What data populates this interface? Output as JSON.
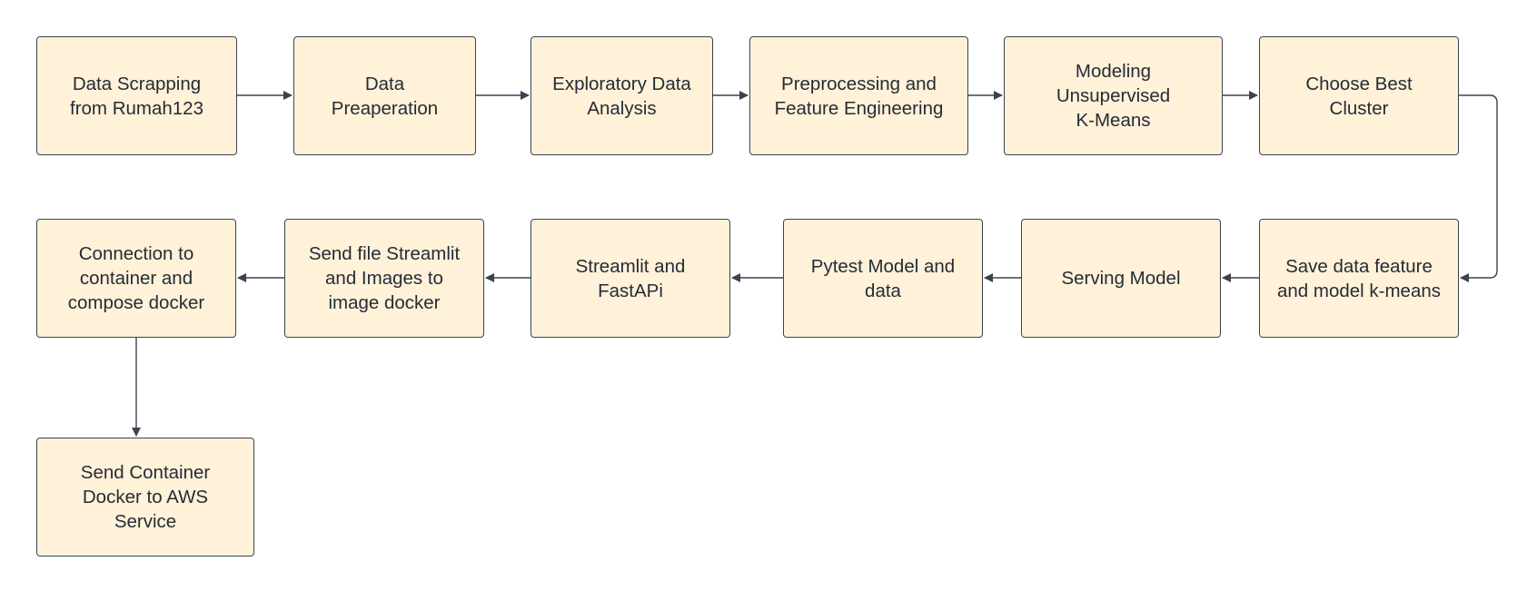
{
  "diagram": {
    "type": "flowchart",
    "colors": {
      "node_fill": "#fff2d9",
      "node_border": "#3d4250",
      "text": "#262b36",
      "arrow": "#3d4250"
    },
    "nodes": [
      {
        "id": "data-scrapping",
        "label": "Data Scrapping\nfrom Rumah123"
      },
      {
        "id": "data-preaperation",
        "label": "Data\nPreaperation"
      },
      {
        "id": "eda",
        "label": "Exploratory Data\nAnalysis"
      },
      {
        "id": "preprocessing",
        "label": "Preprocessing and\nFeature Engineering"
      },
      {
        "id": "modeling",
        "label": "Modeling\nUnsupervised\nK-Means"
      },
      {
        "id": "choose-best-cluster",
        "label": "Choose Best\nCluster"
      },
      {
        "id": "save-data-feature",
        "label": "Save data feature\nand model k-means"
      },
      {
        "id": "serving-model",
        "label": "Serving Model"
      },
      {
        "id": "pytest-model",
        "label": "Pytest Model and\ndata"
      },
      {
        "id": "streamlit-fastapi",
        "label": "Streamlit and\nFastAPi"
      },
      {
        "id": "send-file-streamlit",
        "label": "Send file Streamlit\nand Images to\nimage docker"
      },
      {
        "id": "connection-container",
        "label": "Connection to\ncontainer and\ncompose docker"
      },
      {
        "id": "send-container-aws",
        "label": "Send Container\nDocker to AWS\nService"
      }
    ],
    "edges": [
      {
        "from": "data-scrapping",
        "to": "data-preaperation"
      },
      {
        "from": "data-preaperation",
        "to": "eda"
      },
      {
        "from": "eda",
        "to": "preprocessing"
      },
      {
        "from": "preprocessing",
        "to": "modeling"
      },
      {
        "from": "modeling",
        "to": "choose-best-cluster"
      },
      {
        "from": "choose-best-cluster",
        "to": "save-data-feature"
      },
      {
        "from": "save-data-feature",
        "to": "serving-model"
      },
      {
        "from": "serving-model",
        "to": "pytest-model"
      },
      {
        "from": "pytest-model",
        "to": "streamlit-fastapi"
      },
      {
        "from": "streamlit-fastapi",
        "to": "send-file-streamlit"
      },
      {
        "from": "send-file-streamlit",
        "to": "connection-container"
      },
      {
        "from": "connection-container",
        "to": "send-container-aws"
      }
    ]
  }
}
